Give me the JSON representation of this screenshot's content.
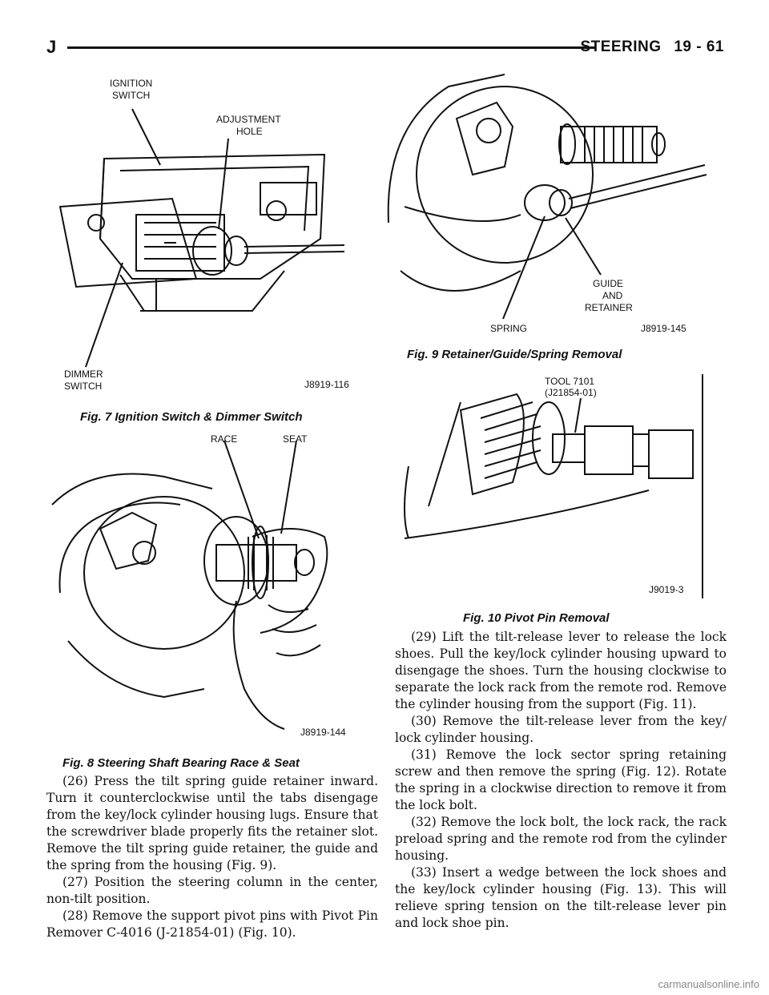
{
  "header": {
    "section_letter": "J",
    "section_title": "STEERING",
    "page_number": "19 - 61"
  },
  "figures": {
    "fig7": {
      "caption": "Fig. 7 Ignition Switch & Dimmer Switch",
      "labels": {
        "ignition_switch_1": "IGNITION",
        "ignition_switch_2": "SWITCH",
        "adjustment_hole_1": "ADJUSTMENT",
        "adjustment_hole_2": "HOLE",
        "dimmer_switch_1": "DIMMER",
        "dimmer_switch_2": "SWITCH",
        "code": "J8919-116"
      }
    },
    "fig8": {
      "caption": "Fig. 8 Steering Shaft Bearing Race & Seat",
      "labels": {
        "race": "RACE",
        "seat": "SEAT",
        "code": "J8919-144"
      }
    },
    "fig9": {
      "caption": "Fig. 9 Retainer/Guide/Spring Removal",
      "labels": {
        "guide_1": "GUIDE",
        "guide_2": "AND",
        "guide_3": "RETAINER",
        "spring": "SPRING",
        "code": "J8919-145"
      }
    },
    "fig10": {
      "caption": "Fig. 10 Pivot Pin Removal",
      "labels": {
        "tool_1": "TOOL 7101",
        "tool_2": "(J21854-01)",
        "code": "J9019-3"
      }
    }
  },
  "left_text": [
    "(26) Press the tilt spring guide retainer inward. Turn it counterclockwise until the tabs disengage from the key/lock cylinder housing lugs. Ensure that the screwdriver blade properly fits the retainer slot. Remove the tilt spring guide retainer, the guide and the spring from the housing (Fig. 9).",
    "(27) Position the steering column in the center, non-tilt position.",
    "(28) Remove the support pivot pins with Pivot Pin Remover C-4016 (J-21854-01) (Fig. 10)."
  ],
  "right_text": [
    "(29) Lift the tilt-release lever to release the lock shoes. Pull the key/lock cylinder housing upward to disengage the shoes. Turn the housing clockwise to separate the lock rack from the remote rod. Remove the cylinder housing from the support (Fig. 11).",
    "(30) Remove the tilt-release lever from the key/ lock cylinder housing.",
    "(31) Remove the lock sector spring retaining screw and then remove the spring (Fig. 12). Rotate the spring in a clockwise direction to remove it from the lock bolt.",
    "(32) Remove the lock bolt, the lock rack, the rack preload spring and the remote rod from the cylinder housing.",
    "(33) Insert a wedge between the lock shoes and the key/lock cylinder housing (Fig. 13). This will relieve spring tension on the tilt-release lever pin and lock shoe pin."
  ],
  "footer": {
    "watermark": "carmanualsonline.info"
  }
}
